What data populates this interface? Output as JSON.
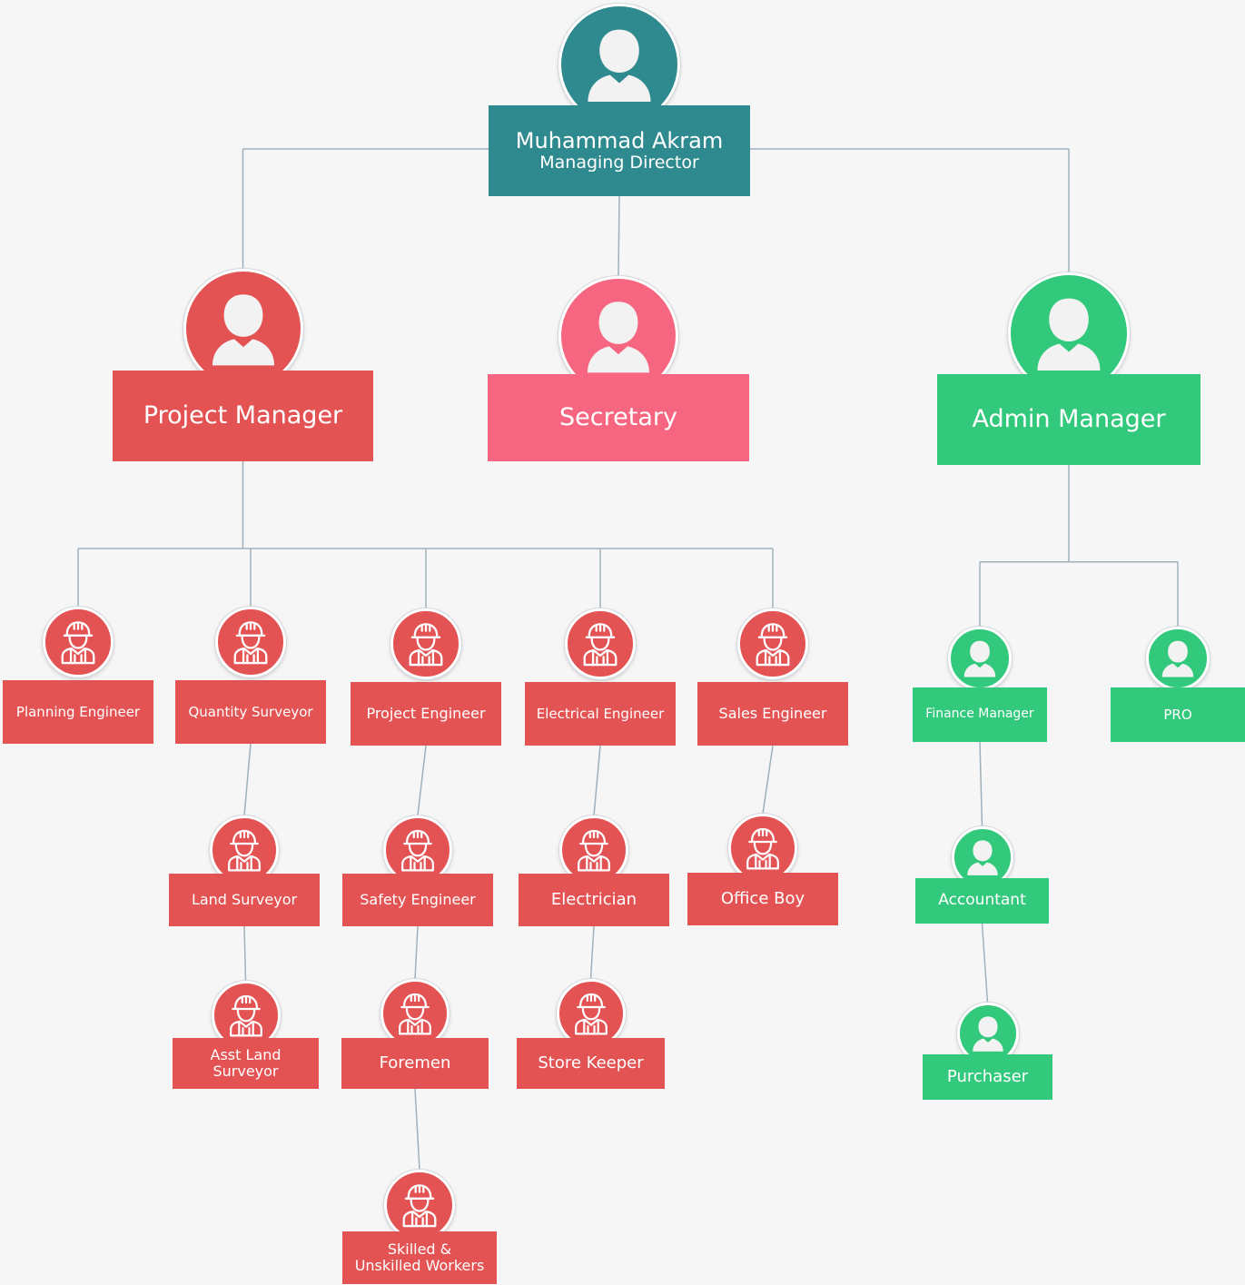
{
  "colors": {
    "teal": "#2f8a8f",
    "red": "#e45353",
    "pink": "#f76681",
    "green": "#33c97c",
    "connector": "#9fb0bb",
    "background": "#f6f6f6"
  },
  "nodes": {
    "md": {
      "line1": "Muhammad Akram",
      "line2": "Managing Director",
      "color": "teal",
      "icon": "person-icon"
    },
    "project-manager": {
      "line1": "Project Manager",
      "color": "red",
      "icon": "person-icon"
    },
    "secretary": {
      "line1": "Secretary",
      "color": "pink",
      "icon": "person-icon"
    },
    "admin-manager": {
      "line1": "Admin Manager",
      "color": "green",
      "icon": "person-icon"
    },
    "planning-engineer": {
      "line1": "Planning Engineer",
      "color": "red",
      "icon": "worker-icon"
    },
    "quantity-surveyor": {
      "line1": "Quantity Surveyor",
      "color": "red",
      "icon": "worker-icon"
    },
    "project-engineer": {
      "line1": "Project Engineer",
      "color": "red",
      "icon": "worker-icon"
    },
    "electrical-engineer": {
      "line1": "Electrical Engineer",
      "color": "red",
      "icon": "worker-icon"
    },
    "sales-engineer": {
      "line1": "Sales Engineer",
      "color": "red",
      "icon": "worker-icon"
    },
    "land-surveyor": {
      "line1": "Land Surveyor",
      "color": "red",
      "icon": "worker-icon"
    },
    "safety-engineer": {
      "line1": "Safety Engineer",
      "color": "red",
      "icon": "worker-icon"
    },
    "electrician": {
      "line1": "Electrician",
      "color": "red",
      "icon": "worker-icon"
    },
    "office-boy": {
      "line1": "Office Boy",
      "color": "red",
      "icon": "worker-icon"
    },
    "asst-land-surveyor": {
      "line1": "Asst Land",
      "line2": "Surveyor",
      "color": "red",
      "icon": "worker-icon"
    },
    "foremen": {
      "line1": "Foremen",
      "color": "red",
      "icon": "worker-icon"
    },
    "store-keeper": {
      "line1": "Store Keeper",
      "color": "red",
      "icon": "worker-icon"
    },
    "skilled-workers": {
      "line1": "Skilled &",
      "line2": "Unskilled Workers",
      "color": "red",
      "icon": "worker-icon"
    },
    "finance-manager": {
      "line1": "Finance Manager",
      "color": "green",
      "icon": "person-icon"
    },
    "pro": {
      "line1": "PRO",
      "color": "green",
      "icon": "person-icon"
    },
    "accountant": {
      "line1": "Accountant",
      "color": "green",
      "icon": "person-icon"
    },
    "purchaser": {
      "line1": "Purchaser",
      "color": "green",
      "icon": "person-icon"
    }
  },
  "edges": [
    [
      "md",
      "project-manager"
    ],
    [
      "md",
      "secretary"
    ],
    [
      "md",
      "admin-manager"
    ],
    [
      "project-manager",
      "planning-engineer"
    ],
    [
      "project-manager",
      "quantity-surveyor"
    ],
    [
      "project-manager",
      "project-engineer"
    ],
    [
      "project-manager",
      "electrical-engineer"
    ],
    [
      "project-manager",
      "sales-engineer"
    ],
    [
      "quantity-surveyor",
      "land-surveyor"
    ],
    [
      "land-surveyor",
      "asst-land-surveyor"
    ],
    [
      "project-engineer",
      "safety-engineer"
    ],
    [
      "safety-engineer",
      "foremen"
    ],
    [
      "foremen",
      "skilled-workers"
    ],
    [
      "electrical-engineer",
      "electrician"
    ],
    [
      "electrician",
      "store-keeper"
    ],
    [
      "sales-engineer",
      "office-boy"
    ],
    [
      "admin-manager",
      "finance-manager"
    ],
    [
      "admin-manager",
      "pro"
    ],
    [
      "finance-manager",
      "accountant"
    ],
    [
      "accountant",
      "purchaser"
    ]
  ]
}
